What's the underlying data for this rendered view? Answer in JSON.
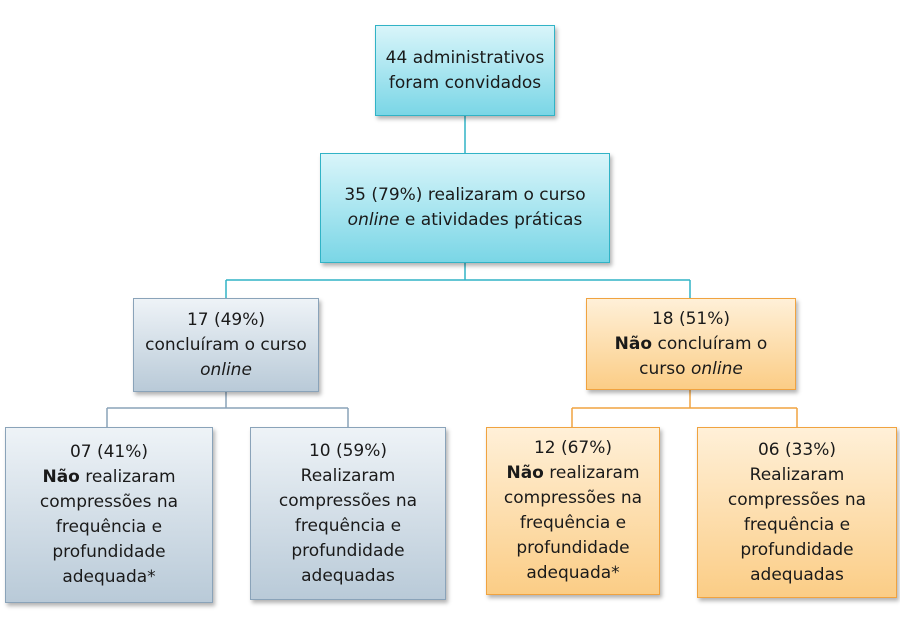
{
  "nodes": {
    "root": {
      "lines": [
        [
          {
            "t": "44 administrativos"
          }
        ],
        [
          {
            "t": "foram convidados"
          }
        ]
      ]
    },
    "level1": {
      "lines": [
        [
          {
            "t": "35 (79%) realizaram o curso"
          }
        ],
        [
          {
            "t": "online",
            "i": true
          },
          {
            "t": " e atividades práticas"
          }
        ]
      ]
    },
    "left": {
      "lines": [
        [
          {
            "t": "17 (49%)"
          }
        ],
        [
          {
            "t": "concluíram o curso"
          }
        ],
        [
          {
            "t": "online",
            "i": true
          }
        ]
      ]
    },
    "right": {
      "lines": [
        [
          {
            "t": "18 (51%)"
          }
        ],
        [
          {
            "t": "Não",
            "b": true
          },
          {
            "t": " concluíram o"
          }
        ],
        [
          {
            "t": "curso "
          },
          {
            "t": "online",
            "i": true
          }
        ]
      ]
    },
    "left_a": {
      "lines": [
        [
          {
            "t": "07 (41%)"
          }
        ],
        [
          {
            "t": "Não",
            "b": true
          },
          {
            "t": " realizaram"
          }
        ],
        [
          {
            "t": "compressões na"
          }
        ],
        [
          {
            "t": "frequência e"
          }
        ],
        [
          {
            "t": "profundidade"
          }
        ],
        [
          {
            "t": "adequada*"
          }
        ]
      ]
    },
    "left_b": {
      "lines": [
        [
          {
            "t": "10 (59%)"
          }
        ],
        [
          {
            "t": "Realizaram"
          }
        ],
        [
          {
            "t": "compressões  na"
          }
        ],
        [
          {
            "t": "frequência e"
          }
        ],
        [
          {
            "t": "profundidade"
          }
        ],
        [
          {
            "t": "adequadas"
          }
        ]
      ]
    },
    "right_a": {
      "lines": [
        [
          {
            "t": "12 (67%)"
          }
        ],
        [
          {
            "t": "Não",
            "b": true
          },
          {
            "t": " realizaram"
          }
        ],
        [
          {
            "t": "compressões na"
          }
        ],
        [
          {
            "t": "frequência e"
          }
        ],
        [
          {
            "t": "profundidade"
          }
        ],
        [
          {
            "t": "adequada*"
          }
        ]
      ]
    },
    "right_b": {
      "lines": [
        [
          {
            "t": "06 (33%)"
          }
        ],
        [
          {
            "t": "Realizaram"
          }
        ],
        [
          {
            "t": "compressões  na"
          }
        ],
        [
          {
            "t": "frequência e"
          }
        ],
        [
          {
            "t": "profundidade"
          }
        ],
        [
          {
            "t": "adequadas"
          }
        ]
      ]
    }
  },
  "colors": {
    "cyan_connector": "#31b3c6",
    "grey_connector": "#8aa3b9",
    "orange_connector": "#f0a340"
  }
}
